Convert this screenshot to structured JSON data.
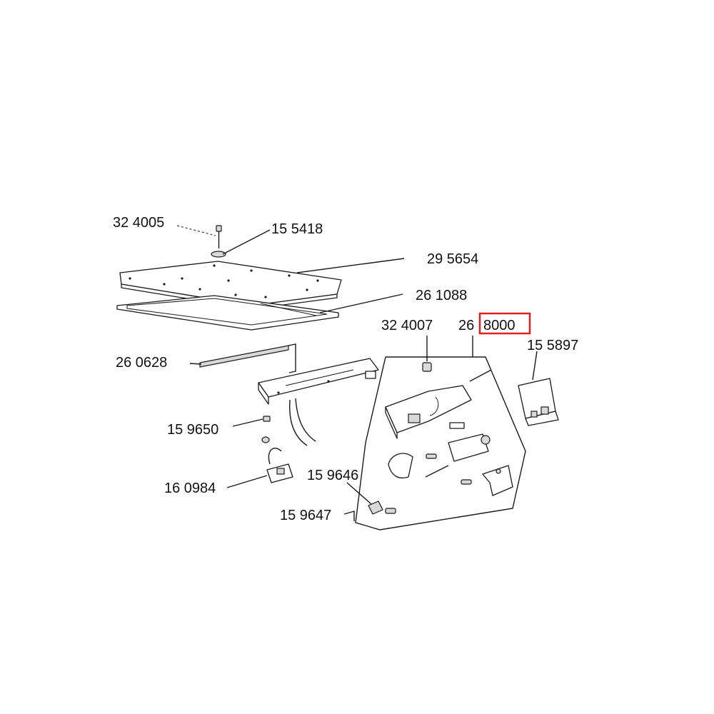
{
  "labels": {
    "p324005": "32 4005",
    "p155418": "15 5418",
    "p295654": "29 5654",
    "p261088": "26 1088",
    "p324007": "32 4007",
    "p268000_prefix": "26",
    "p268000_suffix": "8000",
    "p155897": "15 5897",
    "p260628": "26 0628",
    "p159650": "15 9650",
    "p160984": "16 0984",
    "p159646": "15 9646",
    "p159647": "15 9647"
  },
  "highlight": {
    "target": "8000",
    "color": "#e02020"
  }
}
